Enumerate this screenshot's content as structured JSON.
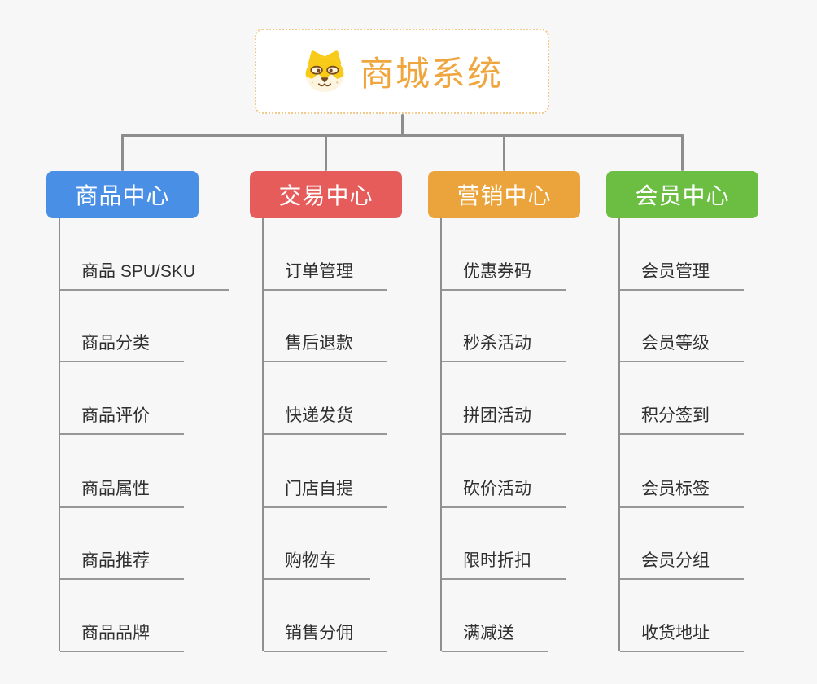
{
  "page": {
    "background": "#f7f7f7"
  },
  "root": {
    "title": "商城系统",
    "icon": "dog-face-icon",
    "title_color": "#F0A63E",
    "border_color": "#F2C889"
  },
  "connector_color": "#8d8d8d",
  "branches": [
    {
      "label": "商品中心",
      "color": "#4A8FE6",
      "items": [
        "商品 SPU/SKU",
        "商品分类",
        "商品评价",
        "商品属性",
        "商品推荐",
        "商品品牌"
      ]
    },
    {
      "label": "交易中心",
      "color": "#E55C5B",
      "items": [
        "订单管理",
        "售后退款",
        "快递发货",
        "门店自提",
        "购物车",
        "销售分佣"
      ]
    },
    {
      "label": "营销中心",
      "color": "#EBA43B",
      "items": [
        "优惠券码",
        "秒杀活动",
        "拼团活动",
        "砍价活动",
        "限时折扣",
        "满减送"
      ]
    },
    {
      "label": "会员中心",
      "color": "#6CBE43",
      "items": [
        "会员管理",
        "会员等级",
        "积分签到",
        "会员标签",
        "会员分组",
        "收货地址"
      ]
    }
  ]
}
